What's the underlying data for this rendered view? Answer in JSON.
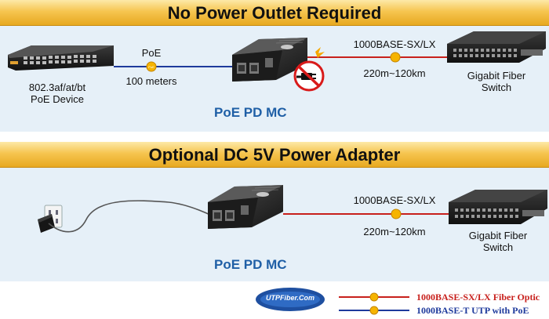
{
  "section1": {
    "title": "No Power Outlet Required",
    "poe_device_label": "802.3af/at/bt\nPoE Device",
    "poe_link_label": "PoE",
    "distance_label": "100 meters",
    "fiber_link_label": "1000BASE-SX/LX",
    "fiber_distance_label": "220m~120km",
    "switch_label": "Gigabit Fiber\nSwitch",
    "mc_label": "PoE PD MC"
  },
  "section2": {
    "title": "Optional DC 5V Power Adapter",
    "fiber_link_label": "1000BASE-SX/LX",
    "fiber_distance_label": "220m~120km",
    "switch_label": "Gigabit Fiber\nSwitch",
    "mc_label": "PoE PD MC"
  },
  "legend": {
    "logo_text": "UTPFiber.Com",
    "fiber_label": "1000BASE-SX/LX Fiber Optic",
    "utp_label": "1000BASE-T UTP with PoE"
  },
  "colors": {
    "fiber": "#c8201c",
    "utp": "#1e3a9c",
    "banner": "#f2bd46",
    "accent_text": "#1f5fa6"
  }
}
